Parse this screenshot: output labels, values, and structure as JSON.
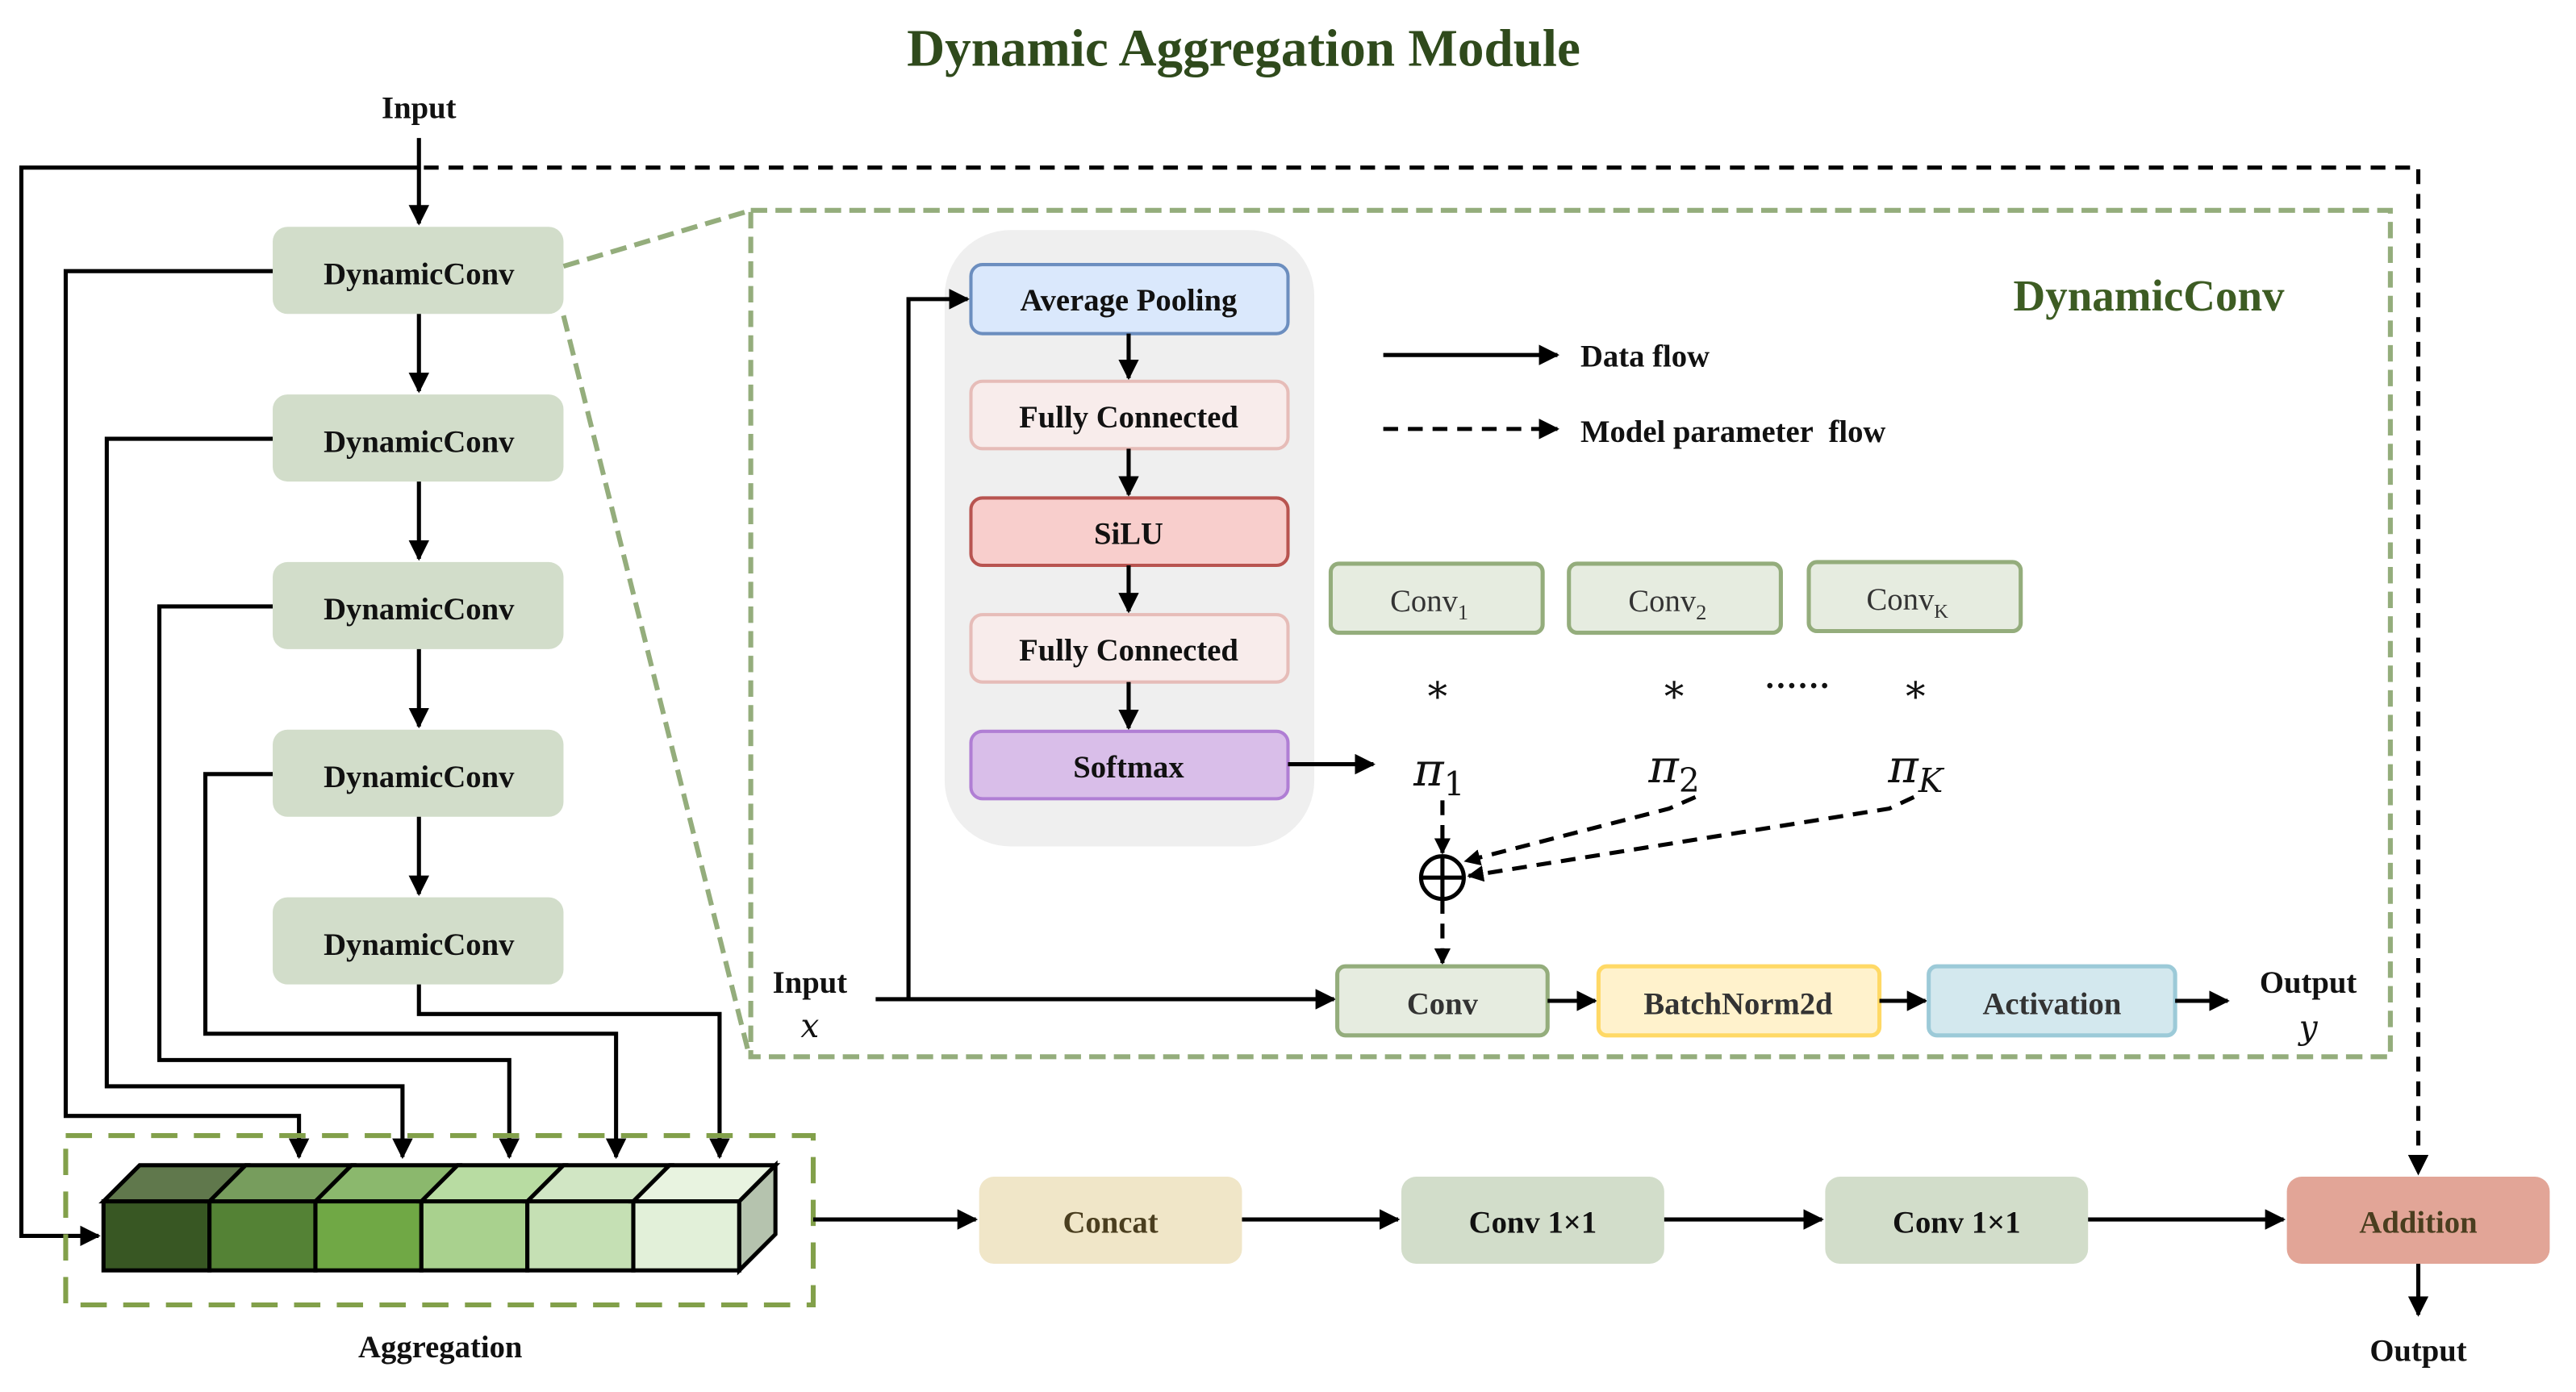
{
  "title": "Dynamic Aggregation Module",
  "input_label": "Input",
  "output_label": "Output",
  "left_stack": {
    "blocks": [
      "DynamicConv",
      "DynamicConv",
      "DynamicConv",
      "DynamicConv",
      "DynamicConv"
    ]
  },
  "aggregation": {
    "label": "Aggregation",
    "slices": 6,
    "colors_front": [
      "#385723",
      "#548235",
      "#70a845",
      "#a9d18e",
      "#c5e0b4",
      "#e2f0d9"
    ],
    "colors_top": [
      "#60784c",
      "#779d5d",
      "#8bb86d",
      "#b8dca2",
      "#d1e6c4",
      "#e8f3e0"
    ],
    "side_color": "#b5c3ae"
  },
  "bottom_pipeline": {
    "concat": "Concat",
    "conv1": "Conv 1×1",
    "conv2": "Conv 1×1",
    "addition": "Addition"
  },
  "dynamicconv_detail": {
    "title": "DynamicConv",
    "attention_branch": [
      "Average Pooling",
      "Fully Connected",
      "SiLU",
      "Fully Connected",
      "Softmax"
    ],
    "kernels": [
      {
        "base": "Conv",
        "sub": "1"
      },
      {
        "base": "Conv",
        "sub": "2"
      },
      {
        "base": "Conv",
        "sub": "K"
      }
    ],
    "multiply_symbol": "*",
    "ellipsis": "······",
    "weights": [
      {
        "base": "π",
        "sub": "1"
      },
      {
        "base": "π",
        "sub": "2"
      },
      {
        "base": "π",
        "sub": "K"
      }
    ],
    "sum_symbol": "⊕",
    "main_path": [
      "Conv",
      "BatchNorm2d",
      "Activation"
    ],
    "input_label": "Input",
    "input_var": "x",
    "output_label": "Output",
    "output_var": "y"
  },
  "legend": {
    "data_flow": "Data flow",
    "param_flow": "Model parameter  flow"
  },
  "colors": {
    "title": "#2f4a1c",
    "dynamicconv_block": "#d2ddca",
    "avg_pool_fill": "#dae8fc",
    "avg_pool_border": "#6c8ebf",
    "fc_fill": "#f8eceb",
    "fc_border": "#e6bcb8",
    "silu_fill": "#f8cecc",
    "silu_border": "#b85450",
    "softmax_fill": "#d9bee9",
    "softmax_border": "#b07ed4",
    "kernel_fill": "#e6ece0",
    "kernel_border": "#94ad7c",
    "batchnorm_fill": "#fff2cc",
    "batchnorm_border": "#ffd966",
    "activation_fill": "#d3e8ee",
    "activation_border": "#9ccad8",
    "concat_fill": "#f0e6c8",
    "conv1x1_fill": "#d2ddca",
    "addition_fill": "#e2a597"
  }
}
